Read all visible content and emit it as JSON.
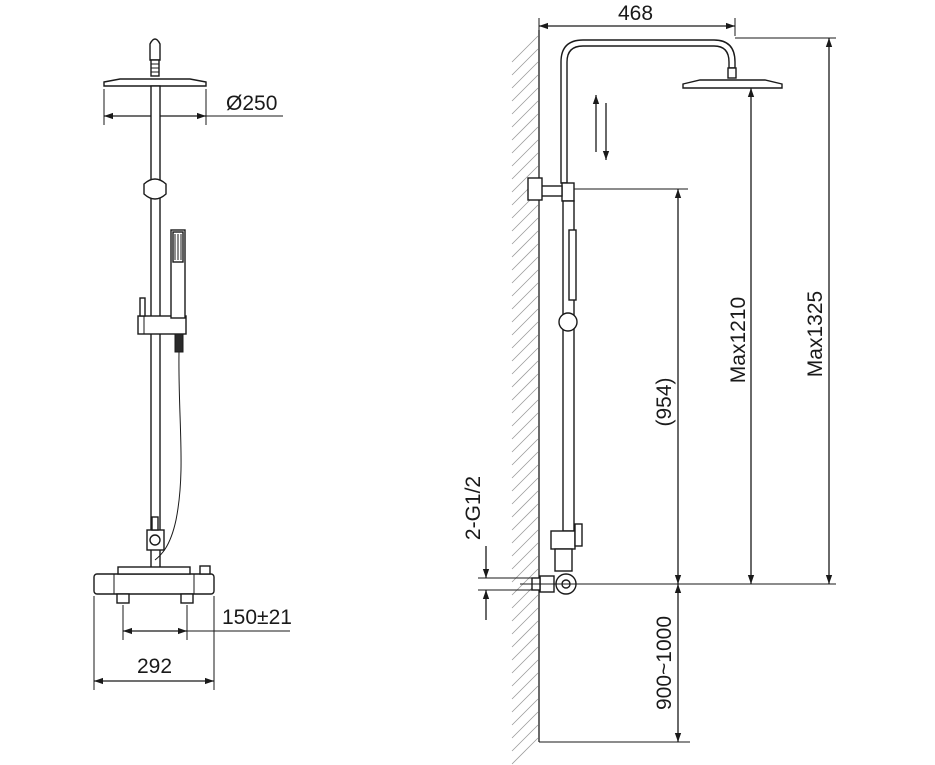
{
  "front_view": {
    "head_diameter": "Ø250",
    "inlet_spacing": "150±21",
    "valve_width": "292"
  },
  "side_view": {
    "arm_reach": "468",
    "max_total_height": "Max1325",
    "max_head_height": "Max1210",
    "rail_height": "(954)",
    "inlet_thread": "2-G1/2",
    "install_height": "900~1000"
  },
  "colors": {
    "line": "#1a1a1a",
    "wall_hatch": "#9a9a9a",
    "background": "#ffffff"
  }
}
